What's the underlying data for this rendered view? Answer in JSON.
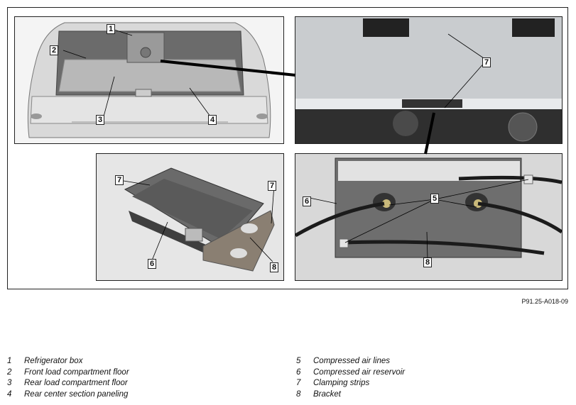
{
  "figure_code": "P91.25-A018-09",
  "callouts": {
    "c1": "1",
    "c2": "2",
    "c3": "3",
    "c4": "4",
    "c5": "5",
    "c6a": "6",
    "c6b": "6",
    "c7a": "7",
    "c7b": "7",
    "c7c": "7",
    "c8a": "8",
    "c8b": "8"
  },
  "legend": [
    {
      "num": "1",
      "text": "Refrigerator box"
    },
    {
      "num": "2",
      "text": "Front load compartment floor"
    },
    {
      "num": "3",
      "text": "Rear load compartment floor"
    },
    {
      "num": "4",
      "text": "Rear center section paneling"
    },
    {
      "num": "5",
      "text": "Compressed air lines"
    },
    {
      "num": "6",
      "text": "Compressed air reservoir"
    },
    {
      "num": "7",
      "text": "Clamping strips"
    },
    {
      "num": "8",
      "text": "Bracket"
    }
  ]
}
